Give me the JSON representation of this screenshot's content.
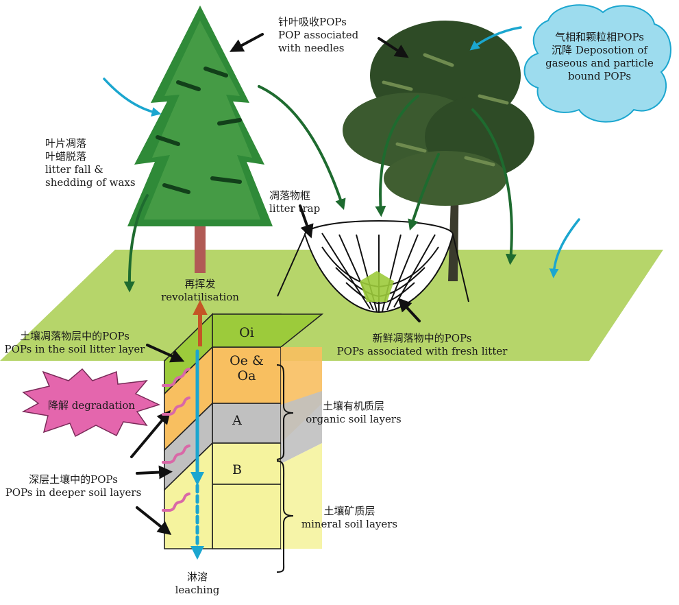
{
  "labels": {
    "needles": {
      "zh": "针叶吸收POPs",
      "en1": "POP associated",
      "en2": "with needles"
    },
    "deposition": {
      "zh": "气相和颗粒相POPs",
      "l2": "沉降 Deposotion of",
      "l3": "gaseous and particle",
      "l4": "bound POPs"
    },
    "litterfall": {
      "zh1": "叶片凋落",
      "zh2": "叶蜡脱落",
      "en1": "litter fall &",
      "en2": "shedding of waxs"
    },
    "littertrap": {
      "zh": "凋落物框",
      "en": "litter trap"
    },
    "revolatilisation": {
      "zh": "再挥发",
      "en": "revolatilisation"
    },
    "soillitter": {
      "zh": "土壤凋落物层中的POPs",
      "en": "POPs in the soil litter layer"
    },
    "freshlitter": {
      "zh": "新鲜凋落物中的POPs",
      "en": "POPs associated with fresh litter"
    },
    "degradation": {
      "text": "降解 degradation"
    },
    "organic": {
      "zh": "土壤有机质层",
      "en": "organic soil layers"
    },
    "mineral": {
      "zh": "土壤矿质层",
      "en": "mineral soil layers"
    },
    "deeper": {
      "zh": "深层土壤中的POPs",
      "en": "POPs in deeper soil layers"
    },
    "leaching": {
      "zh": "淋溶",
      "en": "leaching"
    }
  },
  "layers": {
    "oi": "Oi",
    "oe1": "Oe &",
    "oe2": "Oa",
    "a": "A",
    "b": "B"
  },
  "colors": {
    "ground": "#b6d56a",
    "layer_oi": "#9ccb3b",
    "layer_oe": "#f8bf60",
    "layer_a": "#c0c0c0",
    "layer_b": "#f5f39e",
    "arrow_green": "#1e6b2f",
    "arrow_blue": "#1ba6cf",
    "arrow_revol": "#c45526",
    "squiggle": "#d968a7",
    "degradation_star": "#e466ad",
    "cloud": "#9ddcee"
  }
}
